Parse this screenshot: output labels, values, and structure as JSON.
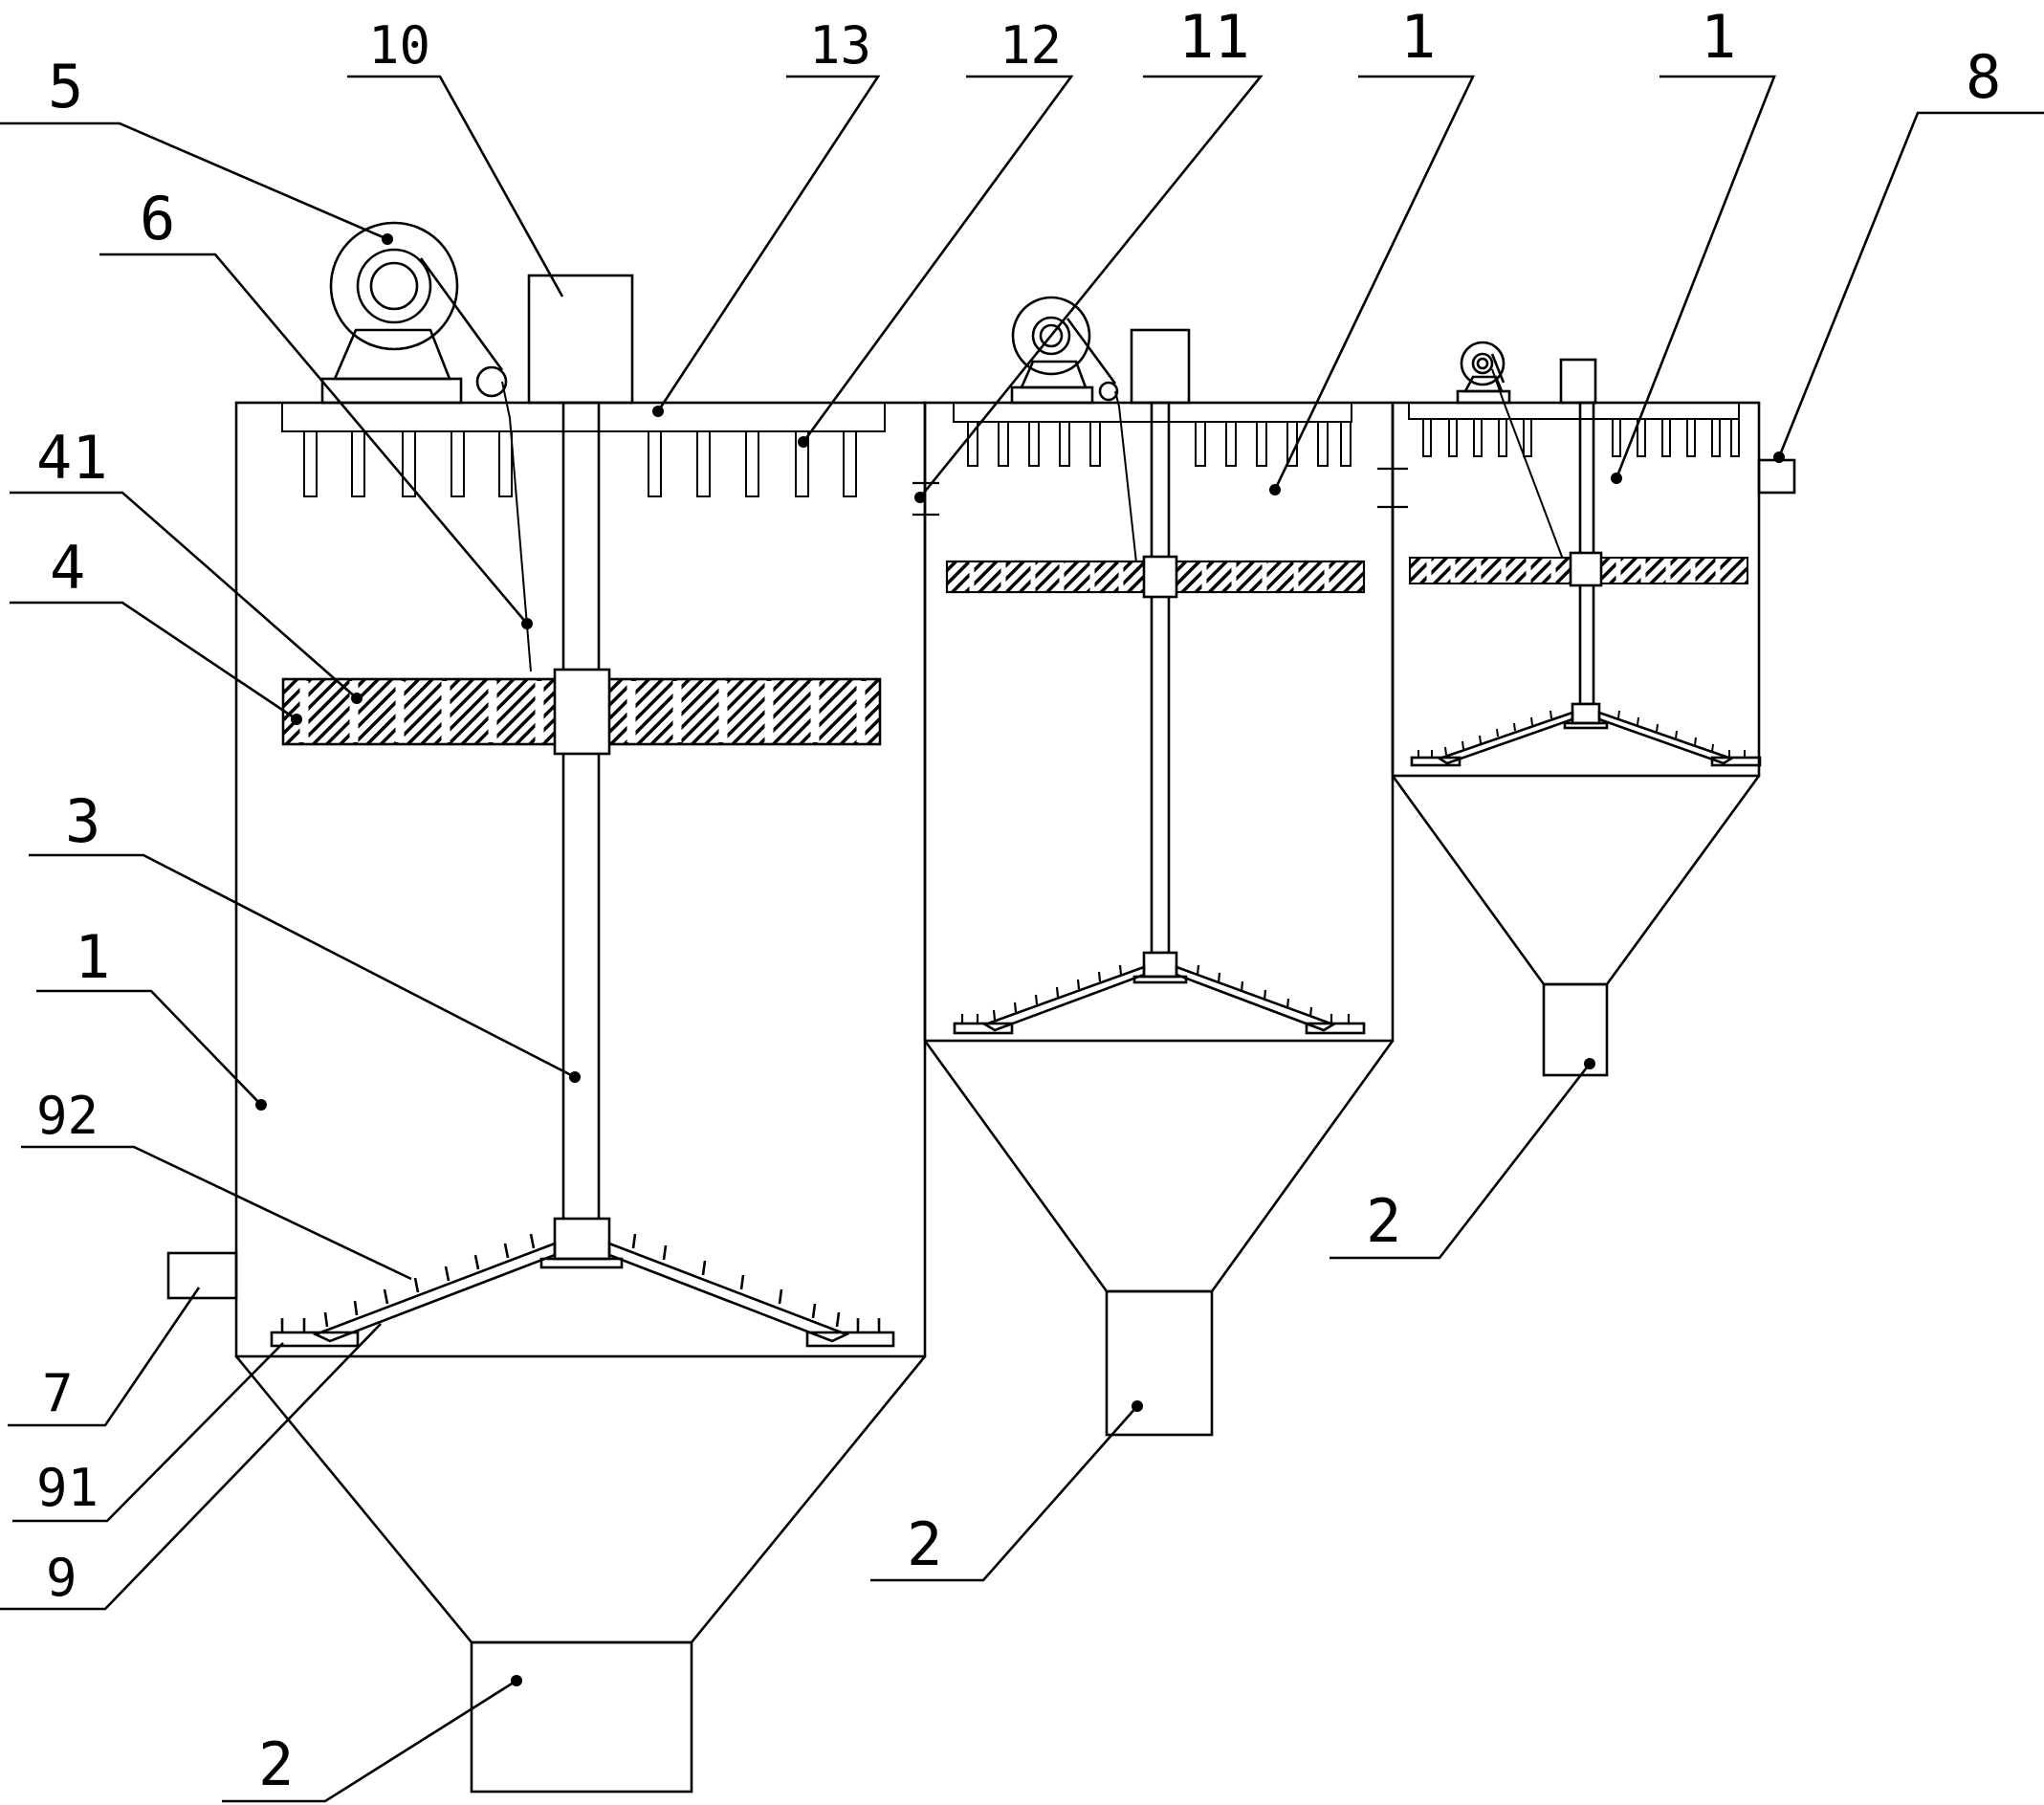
{
  "labels": {
    "motor": "5",
    "box_top": "10",
    "top_plate": "13",
    "spray_pipe": "12",
    "wall_mark": "11",
    "tank_mid": "1",
    "tank_right": "1",
    "outlet_right": "8",
    "belt": "6",
    "impeller_blade": "41",
    "impeller": "4",
    "shaft": "3",
    "tank_left": "1",
    "scraper_tooth": "92",
    "inlet": "7",
    "scraper_base": "91",
    "scraper_arm": "9",
    "hopper_left": "2",
    "hopper_mid": "2",
    "hopper_right": "2"
  },
  "colors": {
    "line": "#000000",
    "background": "#ffffff"
  }
}
